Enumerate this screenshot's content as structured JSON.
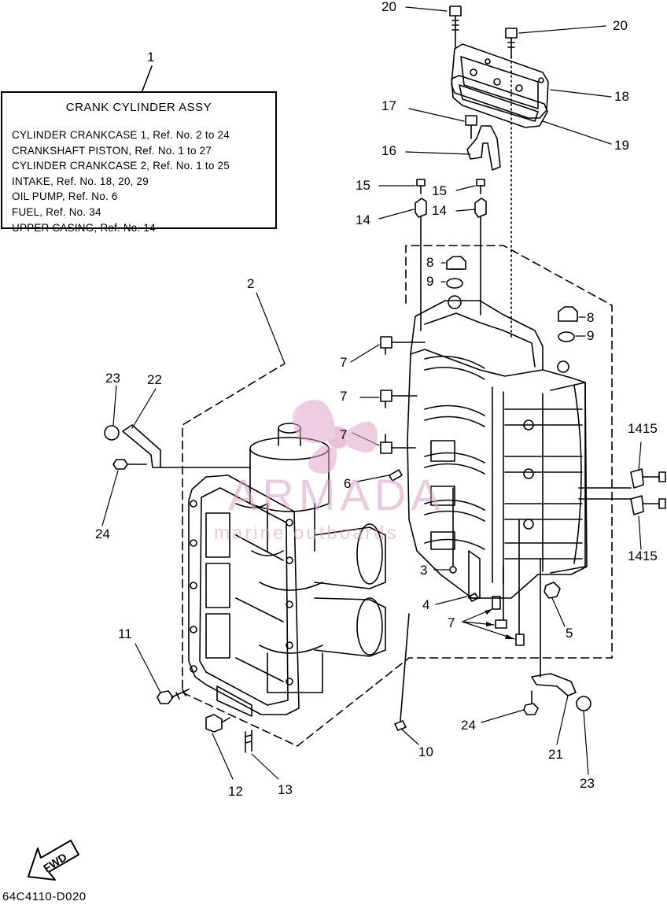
{
  "box": {
    "number": "1",
    "title": "CRANK CYLINDER ASSY",
    "lines": [
      "CYLINDER CRANKCASE 1, Ref. No. 2 to 24",
      "CRANKSHAFT PISTON, Ref. No. 1 to 27",
      "CYLINDER CRANKCASE 2, Ref. No. 1 to 25",
      "INTAKE, Ref. No. 18, 20, 29",
      "OIL PUMP, Ref. No. 6",
      "FUEL, Ref. No. 34",
      "UPPER CASING, Ref. No. 14"
    ]
  },
  "callouts": {
    "c20a": "20",
    "c20b": "20",
    "c18": "18",
    "c17": "17",
    "c19": "19",
    "c16": "16",
    "c15a": "15",
    "c15b": "15",
    "c14a": "14",
    "c14b": "14",
    "c8a": "8",
    "c9a": "9",
    "c8b": "8",
    "c9b": "9",
    "c2": "2",
    "c7a": "7",
    "c7b": "7",
    "c7c": "7",
    "c7d": "7",
    "c23a": "23",
    "c22": "22",
    "c24a": "24",
    "c1415a": "1415",
    "c1415b": "1415",
    "c6": "6",
    "c3": "3",
    "c4": "4",
    "c5": "5",
    "c11": "11",
    "c24b": "24",
    "c21": "21",
    "c10": "10",
    "c12": "12",
    "c13": "13",
    "c23b": "23"
  },
  "watermark": {
    "brand": "ARMADA",
    "tagline": "marine outboards"
  },
  "fwd_label": "FWD",
  "diagram_code": "64C4110-D020"
}
